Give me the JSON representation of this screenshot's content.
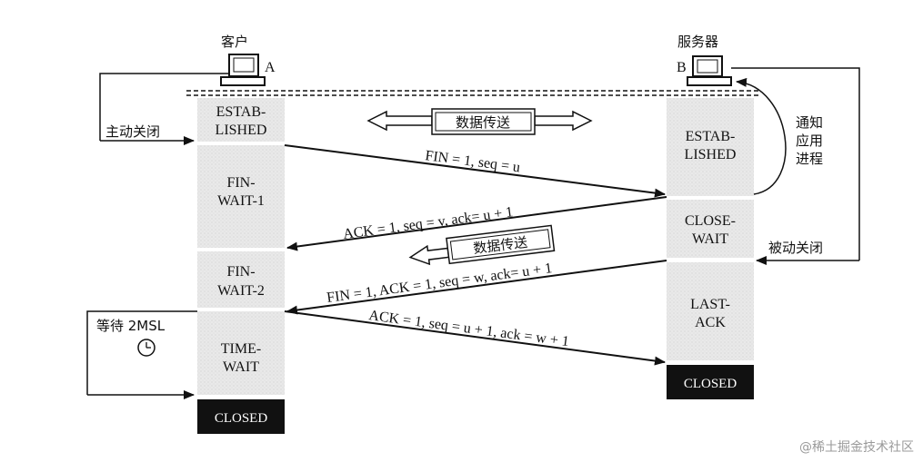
{
  "client": {
    "title": "客户",
    "letter": "A"
  },
  "server": {
    "title": "服务器",
    "letter": "B"
  },
  "client_states": {
    "established": [
      "ESTAB-",
      "LISHED"
    ],
    "fin_wait_1": [
      "FIN-",
      "WAIT-1"
    ],
    "fin_wait_2": [
      "FIN-",
      "WAIT-2"
    ],
    "time_wait": [
      "TIME-",
      "WAIT"
    ],
    "closed": "CLOSED"
  },
  "server_states": {
    "established": [
      "ESTAB-",
      "LISHED"
    ],
    "close_wait": [
      "CLOSE-",
      "WAIT"
    ],
    "last_ack": [
      "LAST-",
      "ACK"
    ],
    "closed": "CLOSED"
  },
  "messages": {
    "fin": "FIN = 1, seq = u",
    "ack1": "ACK = 1, seq = v, ack= u + 1",
    "finack": "FIN = 1, ACK = 1, seq = w, ack= u + 1",
    "ack2": "ACK = 1, seq = u + 1, ack = w + 1"
  },
  "labels": {
    "active_close": "主动关闭",
    "passive_close": "被动关闭",
    "notify_line1": "通知",
    "notify_line2": "应用",
    "notify_line3": "进程",
    "data_transfer": "数据传送",
    "data_transfer_2": "数据传送",
    "wait_2msl": "等待 2MSL"
  },
  "watermark": "@稀土掘金技术社区"
}
